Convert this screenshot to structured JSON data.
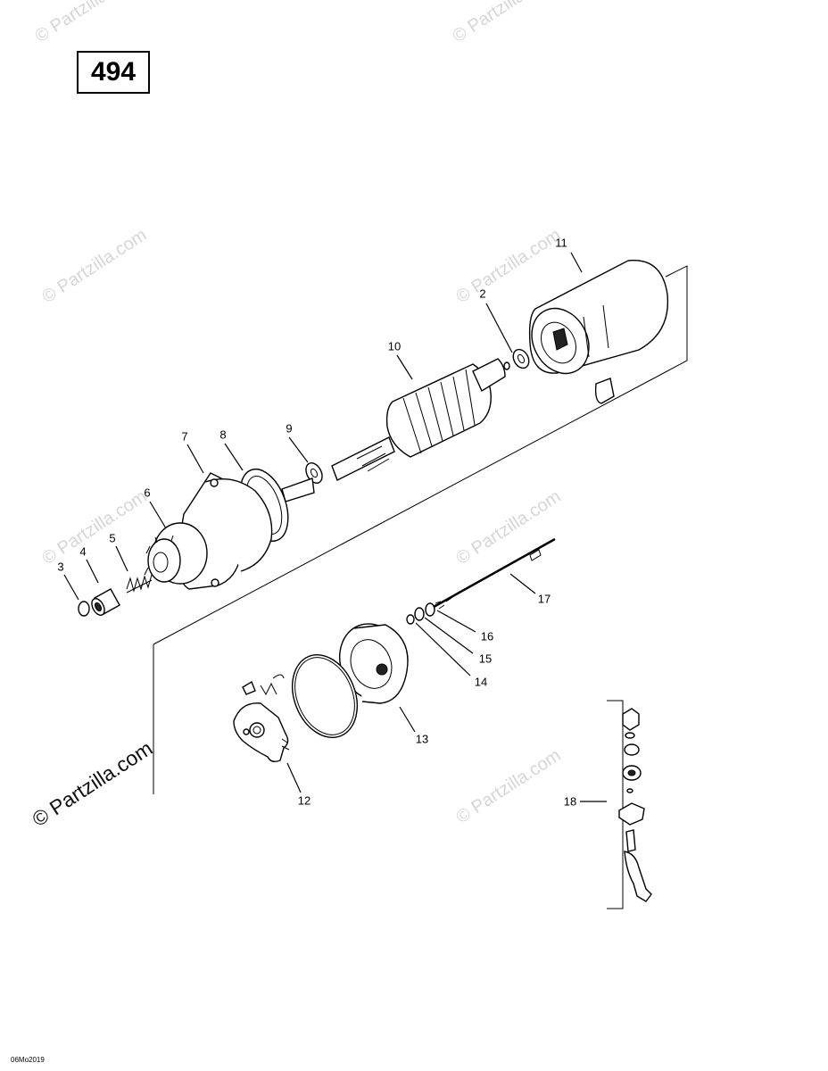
{
  "diagram": {
    "page_number": "494",
    "footer_code": "06Mo2019",
    "watermark_text": "© Partzilla.com",
    "watermark_bold_text": "© Partzilla.com",
    "callouts": [
      "2",
      "3",
      "4",
      "5",
      "6",
      "7",
      "8",
      "9",
      "10",
      "11",
      "12",
      "13",
      "14",
      "15",
      "16",
      "17",
      "18"
    ]
  }
}
